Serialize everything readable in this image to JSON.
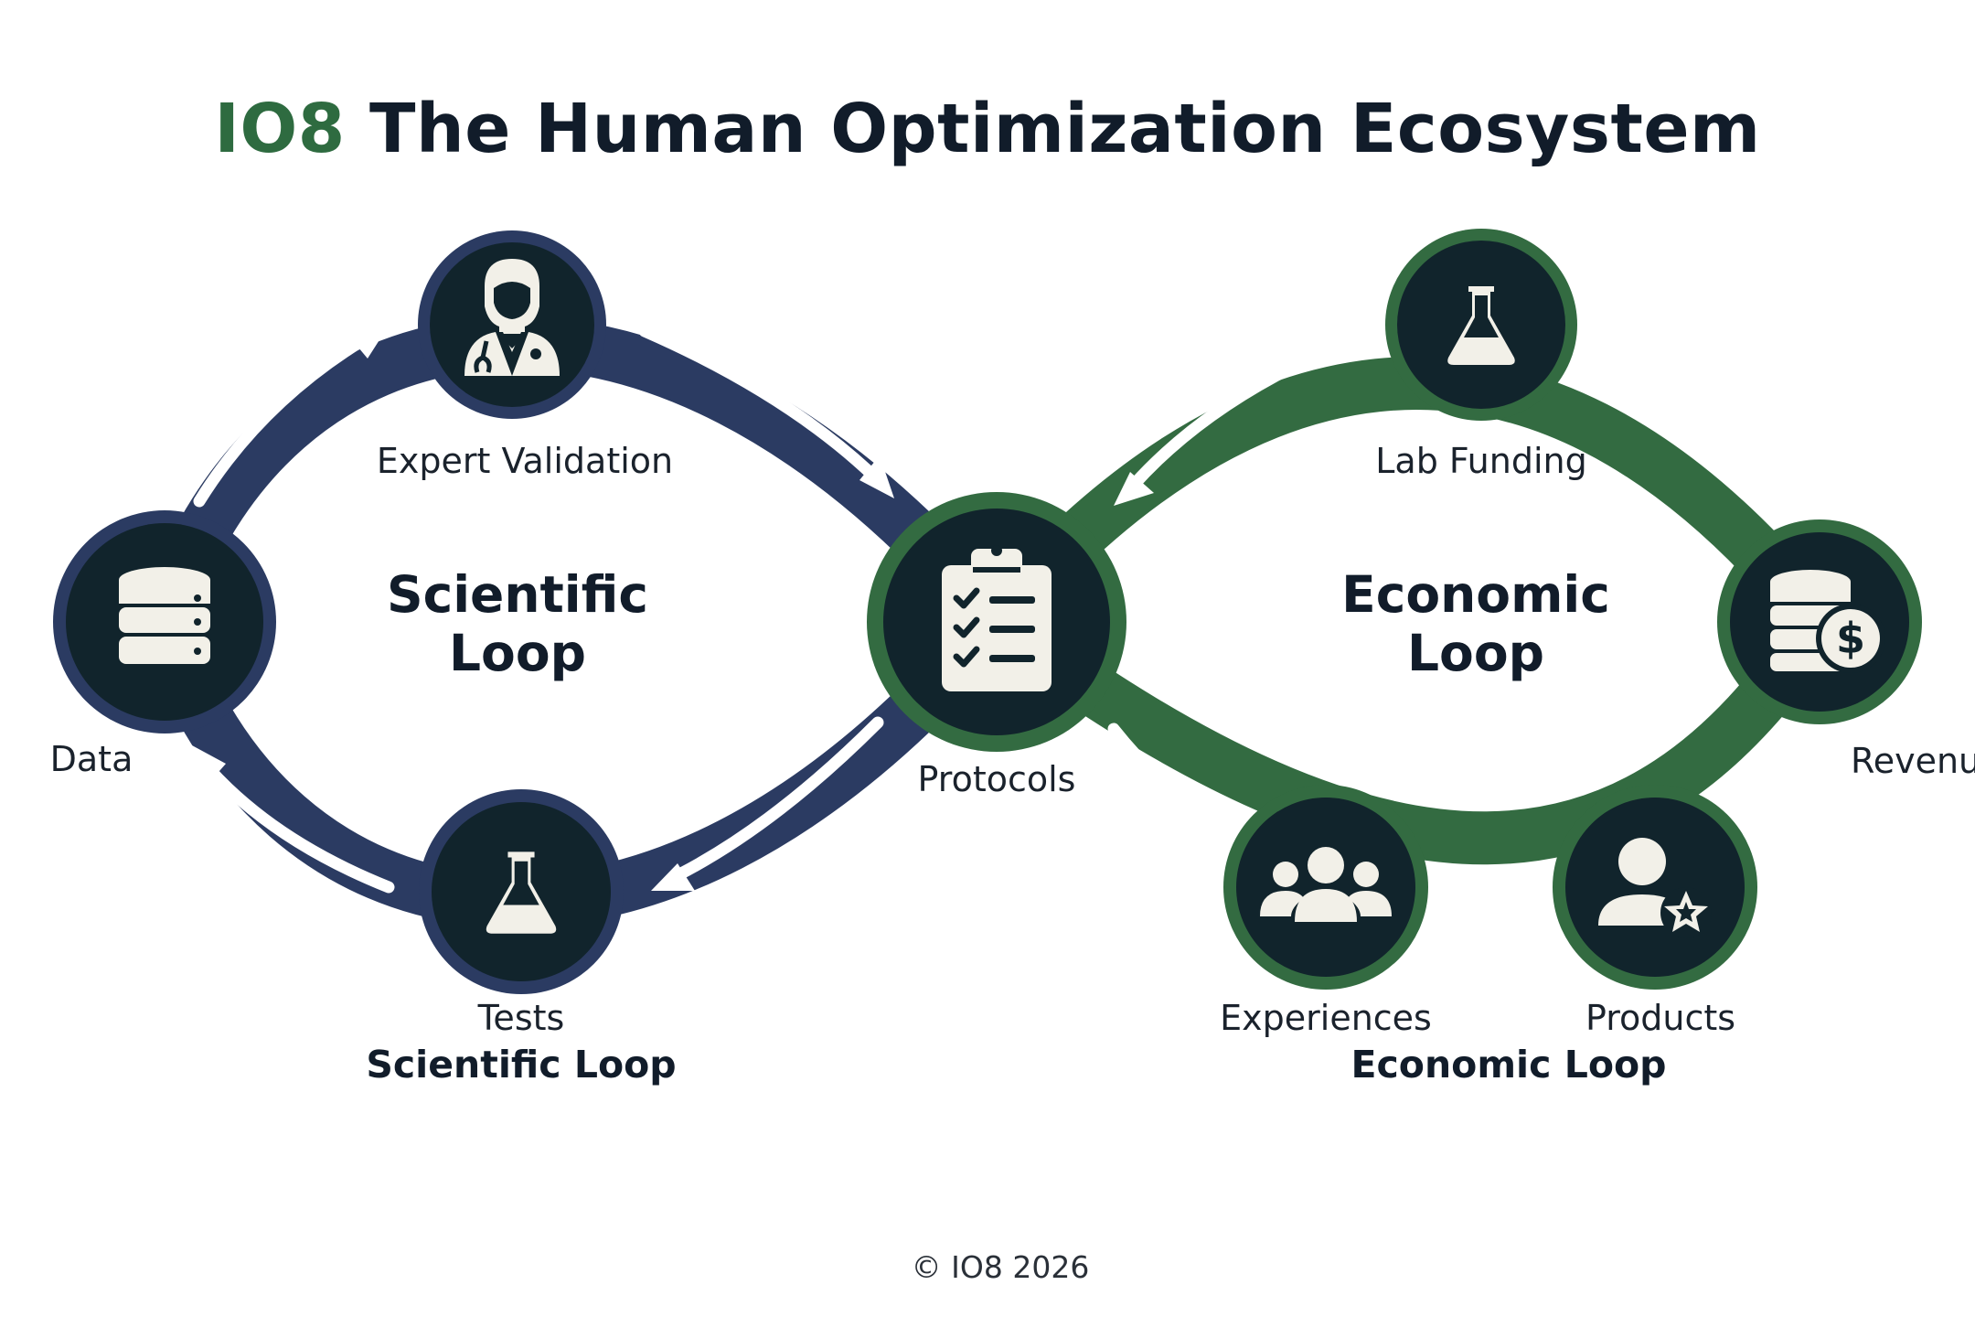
{
  "title": {
    "brand": "IO8",
    "rest": "The Human Optimization Ecosystem"
  },
  "colors": {
    "scientific": "#2b3b62",
    "economic": "#336b41",
    "node_fill": "#11242c",
    "icon": "#f2f0e8",
    "arrow": "#ffffff"
  },
  "nodes": {
    "expert_validation": {
      "label": "Expert Validation",
      "icon": "doctor-icon"
    },
    "data": {
      "label": "Data",
      "icon": "database-icon"
    },
    "tests": {
      "label": "Tests",
      "icon": "flask-icon"
    },
    "protocols": {
      "label": "Protocols",
      "icon": "clipboard-checklist-icon"
    },
    "lab_funding": {
      "label": "Lab Funding",
      "icon": "flask-icon"
    },
    "revenue": {
      "label": "Revenue",
      "icon": "coins-dollar-icon"
    },
    "experiences": {
      "label": "Experiences",
      "icon": "group-icon"
    },
    "products": {
      "label": "Products",
      "icon": "user-star-icon"
    }
  },
  "loops": {
    "scientific": {
      "inner_line1": "Scientific",
      "inner_line2": "Loop",
      "caption": "Scientific Loop"
    },
    "economic": {
      "inner_line1": "Economic",
      "inner_line2": "Loop",
      "caption": "Economic Loop"
    }
  },
  "footer": "© IO8 2026"
}
